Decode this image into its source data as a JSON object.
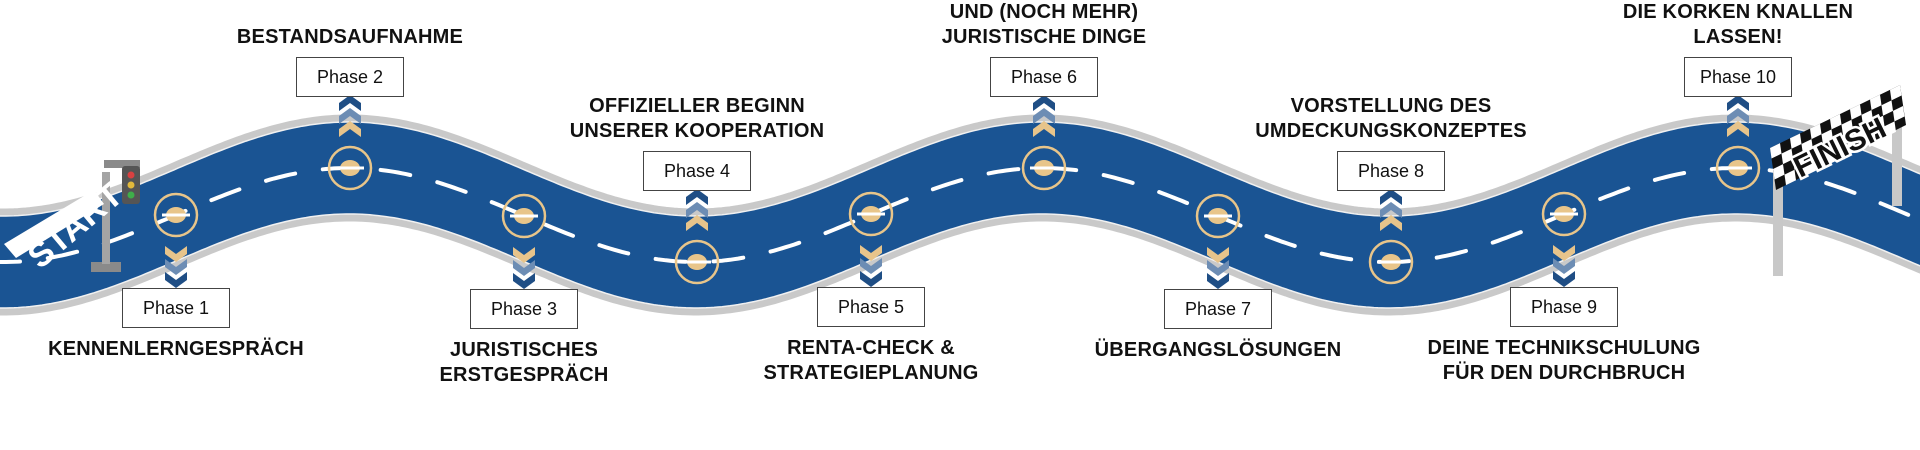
{
  "start_label": "START",
  "finish_label": "FINISH",
  "colors": {
    "road": "#1a5493",
    "road_edge": "#c9c9c9",
    "lane_mark": "#ffffff",
    "milestone": "#e8c58a",
    "chevron_blue": "#1f4e85",
    "chevron_steel": "#6d8db4",
    "chevron_gold": "#e7c48b"
  },
  "phases": [
    {
      "label": "Phase 1",
      "title": [
        "KENNENLERNGESPRÄCH"
      ]
    },
    {
      "label": "Phase 2",
      "title": [
        "BESTANDSAUFNAHME"
      ]
    },
    {
      "label": "Phase 3",
      "title": [
        "JURISTISCHES",
        "ERSTGESPRÄCH"
      ]
    },
    {
      "label": "Phase 4",
      "title": [
        "OFFIZIELLER BEGINN",
        "UNSERER KOOPERATION"
      ]
    },
    {
      "label": "Phase 5",
      "title": [
        "RENTA-CHECK &",
        "STRATEGIEPLANUNG"
      ]
    },
    {
      "label": "Phase 6",
      "title": [
        "STRATEGIEPLANUNG",
        "UND (NOCH MEHR)",
        "JURISTISCHE DINGE"
      ]
    },
    {
      "label": "Phase 7",
      "title": [
        "ÜBERGANGSLÖSUNGEN"
      ]
    },
    {
      "label": "Phase 8",
      "title": [
        "VORSTELLUNG DES",
        "UMDECKUNGSKONZEPTES"
      ]
    },
    {
      "label": "Phase 9",
      "title": [
        "DEINE TECHNIKSCHULUNG",
        "FÜR DEN DURCHBRUCH"
      ]
    },
    {
      "label": "Phase 10",
      "title": [
        "DIE KORKEN KNALLEN",
        "LASSEN!"
      ]
    }
  ]
}
